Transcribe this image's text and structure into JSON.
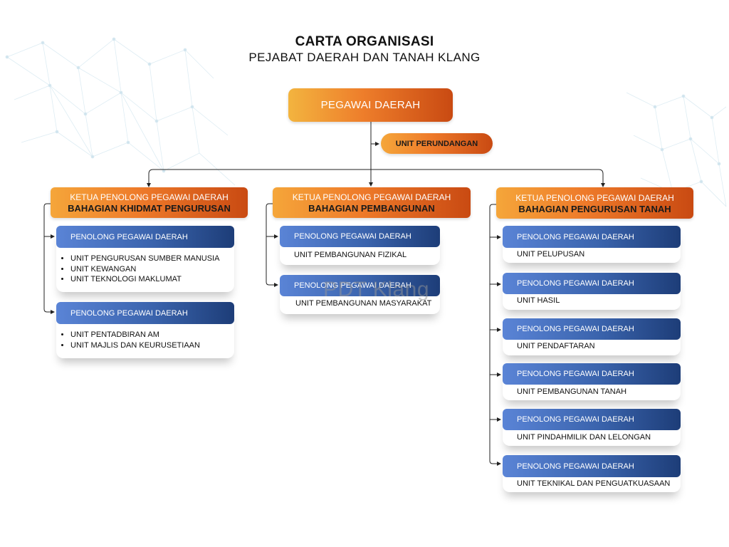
{
  "header": {
    "title": "CARTA ORGANISASI",
    "subtitle": "PEJABAT DAERAH DAN TANAH KLANG"
  },
  "head": {
    "label": "PEGAWAI DAERAH",
    "unit": "UNIT PERUNDANGAN"
  },
  "divisions": [
    {
      "ketua": "KETUA PENOLONG PEGAWAI DAERAH",
      "name": "BAHAGIAN KHIDMAT PENGURUSAN",
      "groups": [
        {
          "title": "PENOLONG PEGAWAI DAERAH",
          "units": [
            "UNIT PENGURUSAN SUMBER MANUSIA",
            "UNIT KEWANGAN",
            "UNIT TEKNOLOGI MAKLUMAT"
          ]
        },
        {
          "title": "PENOLONG PEGAWAI DAERAH",
          "units": [
            "UNIT PENTADBIRAN AM",
            "UNIT MAJLIS DAN KEURUSETIAAN"
          ]
        }
      ]
    },
    {
      "ketua": "KETUA PENOLONG PEGAWAI DAERAH",
      "name": "BAHAGIAN PEMBANGUNAN",
      "groups": [
        {
          "title": "PENOLONG PEGAWAI DAERAH",
          "unit": "UNIT PEMBANGUNAN FIZIKAL"
        },
        {
          "title": "PENOLONG PEGAWAI DAERAH",
          "unit": "UNIT PEMBANGUNAN MASYARAKAT"
        }
      ]
    },
    {
      "ketua": "KETUA PENOLONG PEGAWAI DAERAH",
      "name": "BAHAGIAN PENGURUSAN TANAH",
      "groups": [
        {
          "title": "PENOLONG PEGAWAI DAERAH",
          "unit": "UNIT PELUPUSAN"
        },
        {
          "title": "PENOLONG PEGAWAI DAERAH",
          "unit": "UNIT HASIL"
        },
        {
          "title": "PENOLONG PEGAWAI DAERAH",
          "unit": "UNIT PENDAFTARAN"
        },
        {
          "title": "PENOLONG PEGAWAI DAERAH",
          "unit": "UNIT PEMBANGUNAN TANAH"
        },
        {
          "title": "PENOLONG PEGAWAI DAERAH",
          "unit": "UNIT PINDAHMILIK DAN LELONGAN"
        },
        {
          "title": "PENOLONG PEGAWAI DAERAH",
          "unit": "UNIT TEKNIKAL DAN PENGUATKUASAAN"
        }
      ]
    }
  ],
  "watermark": "PDT Klang",
  "colors": {
    "orange": "#ee7a2a",
    "orange_dark": "#c94a12",
    "blue": "#3a63ac",
    "blue_dark": "#1d3d78"
  }
}
